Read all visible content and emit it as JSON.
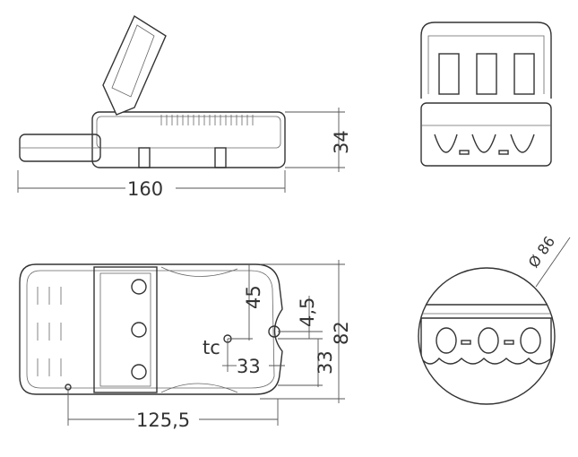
{
  "dimensions": {
    "length_side": "160",
    "height_side": "34",
    "diameter": "Ø 86",
    "tc_offset_vertical": "45",
    "terminal_offset": "4,5",
    "tc_label": "tc",
    "tc_offset_horizontal": "33",
    "terminal_offset_vertical": "33",
    "width_top": "82",
    "length_top": "125,5"
  },
  "colors": {
    "line": "#333333",
    "background": "#ffffff"
  }
}
